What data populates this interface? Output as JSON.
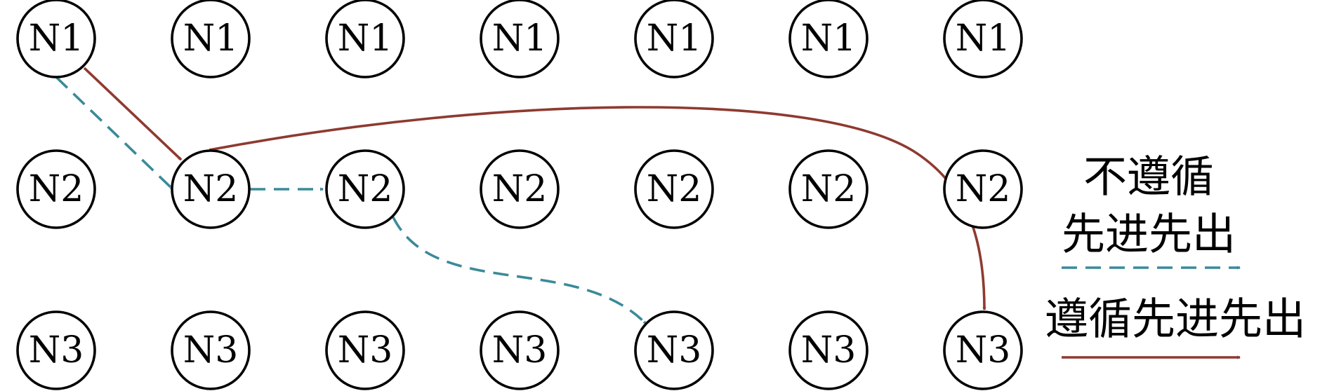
{
  "rows": [
    {
      "label": "N1",
      "count": 7
    },
    {
      "label": "N2",
      "count": 7
    },
    {
      "label": "N3",
      "count": 7
    }
  ],
  "legend": {
    "not_fifo_line1": "不遵循",
    "not_fifo_line2": "先进先出",
    "fifo": "遵循先进先出"
  },
  "colors": {
    "not_fifo": "#3a8a99",
    "fifo": "#8e3a30",
    "node_stroke": "#000000"
  },
  "edges": [
    {
      "from": "N1-1",
      "to": "N2-2",
      "style": "solid"
    },
    {
      "from": "N2-2",
      "to": "N3-7",
      "style": "solid"
    },
    {
      "from": "N1-1",
      "to": "N2-2",
      "style": "dashed"
    },
    {
      "from": "N2-2",
      "to": "N2-3",
      "style": "dashed"
    },
    {
      "from": "N2-3",
      "to": "N3-5",
      "style": "dashed"
    }
  ]
}
